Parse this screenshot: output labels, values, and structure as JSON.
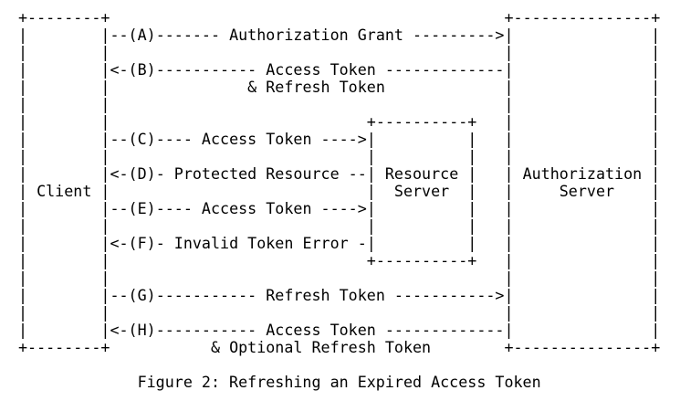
{
  "figure": {
    "ascii_lines": [
      "+--------+                                           +---------------+",
      "|        |--(A)------- Authorization Grant --------->|               |",
      "|        |                                           |               |",
      "|        |<-(B)----------- Access Token -------------|               |",
      "|        |               & Refresh Token             |               |",
      "|        |                                           |               |",
      "|        |                            +----------+   |               |",
      "|        |--(C)---- Access Token ---->|          |   |               |",
      "|        |                            |          |   |               |",
      "|        |<-(D)- Protected Resource --| Resource |   | Authorization |",
      "| Client |                            |  Server  |   |     Server    |",
      "|        |--(E)---- Access Token ---->|          |   |               |",
      "|        |                            |          |   |               |",
      "|        |<-(F)- Invalid Token Error -|          |   |               |",
      "|        |                            +----------+   |               |",
      "|        |                                           |               |",
      "|        |--(G)----------- Refresh Token ----------->|               |",
      "|        |                                           |               |",
      "|        |<-(H)----------- Access Token -------------|               |",
      "+--------+           & Optional Refresh Token        +---------------+"
    ],
    "caption": "Figure 2: Refreshing an Expired Access Token",
    "figure_number": "Figure 2",
    "figure_title": "Refreshing an Expired Access Token"
  },
  "diagram_semantics": {
    "entities": [
      "Client",
      "Resource Server",
      "Authorization Server"
    ],
    "messages": [
      {
        "step": "A",
        "from": "Client",
        "to": "Authorization Server",
        "label": "Authorization Grant"
      },
      {
        "step": "B",
        "from": "Authorization Server",
        "to": "Client",
        "label": "Access Token & Refresh Token"
      },
      {
        "step": "C",
        "from": "Client",
        "to": "Resource Server",
        "label": "Access Token"
      },
      {
        "step": "D",
        "from": "Resource Server",
        "to": "Client",
        "label": "Protected Resource"
      },
      {
        "step": "E",
        "from": "Client",
        "to": "Resource Server",
        "label": "Access Token"
      },
      {
        "step": "F",
        "from": "Resource Server",
        "to": "Client",
        "label": "Invalid Token Error"
      },
      {
        "step": "G",
        "from": "Client",
        "to": "Authorization Server",
        "label": "Refresh Token"
      },
      {
        "step": "H",
        "from": "Authorization Server",
        "to": "Client",
        "label": "Access Token & Optional Refresh Token"
      }
    ]
  },
  "colors": {
    "text": "#000000",
    "background": "#ffffff"
  }
}
